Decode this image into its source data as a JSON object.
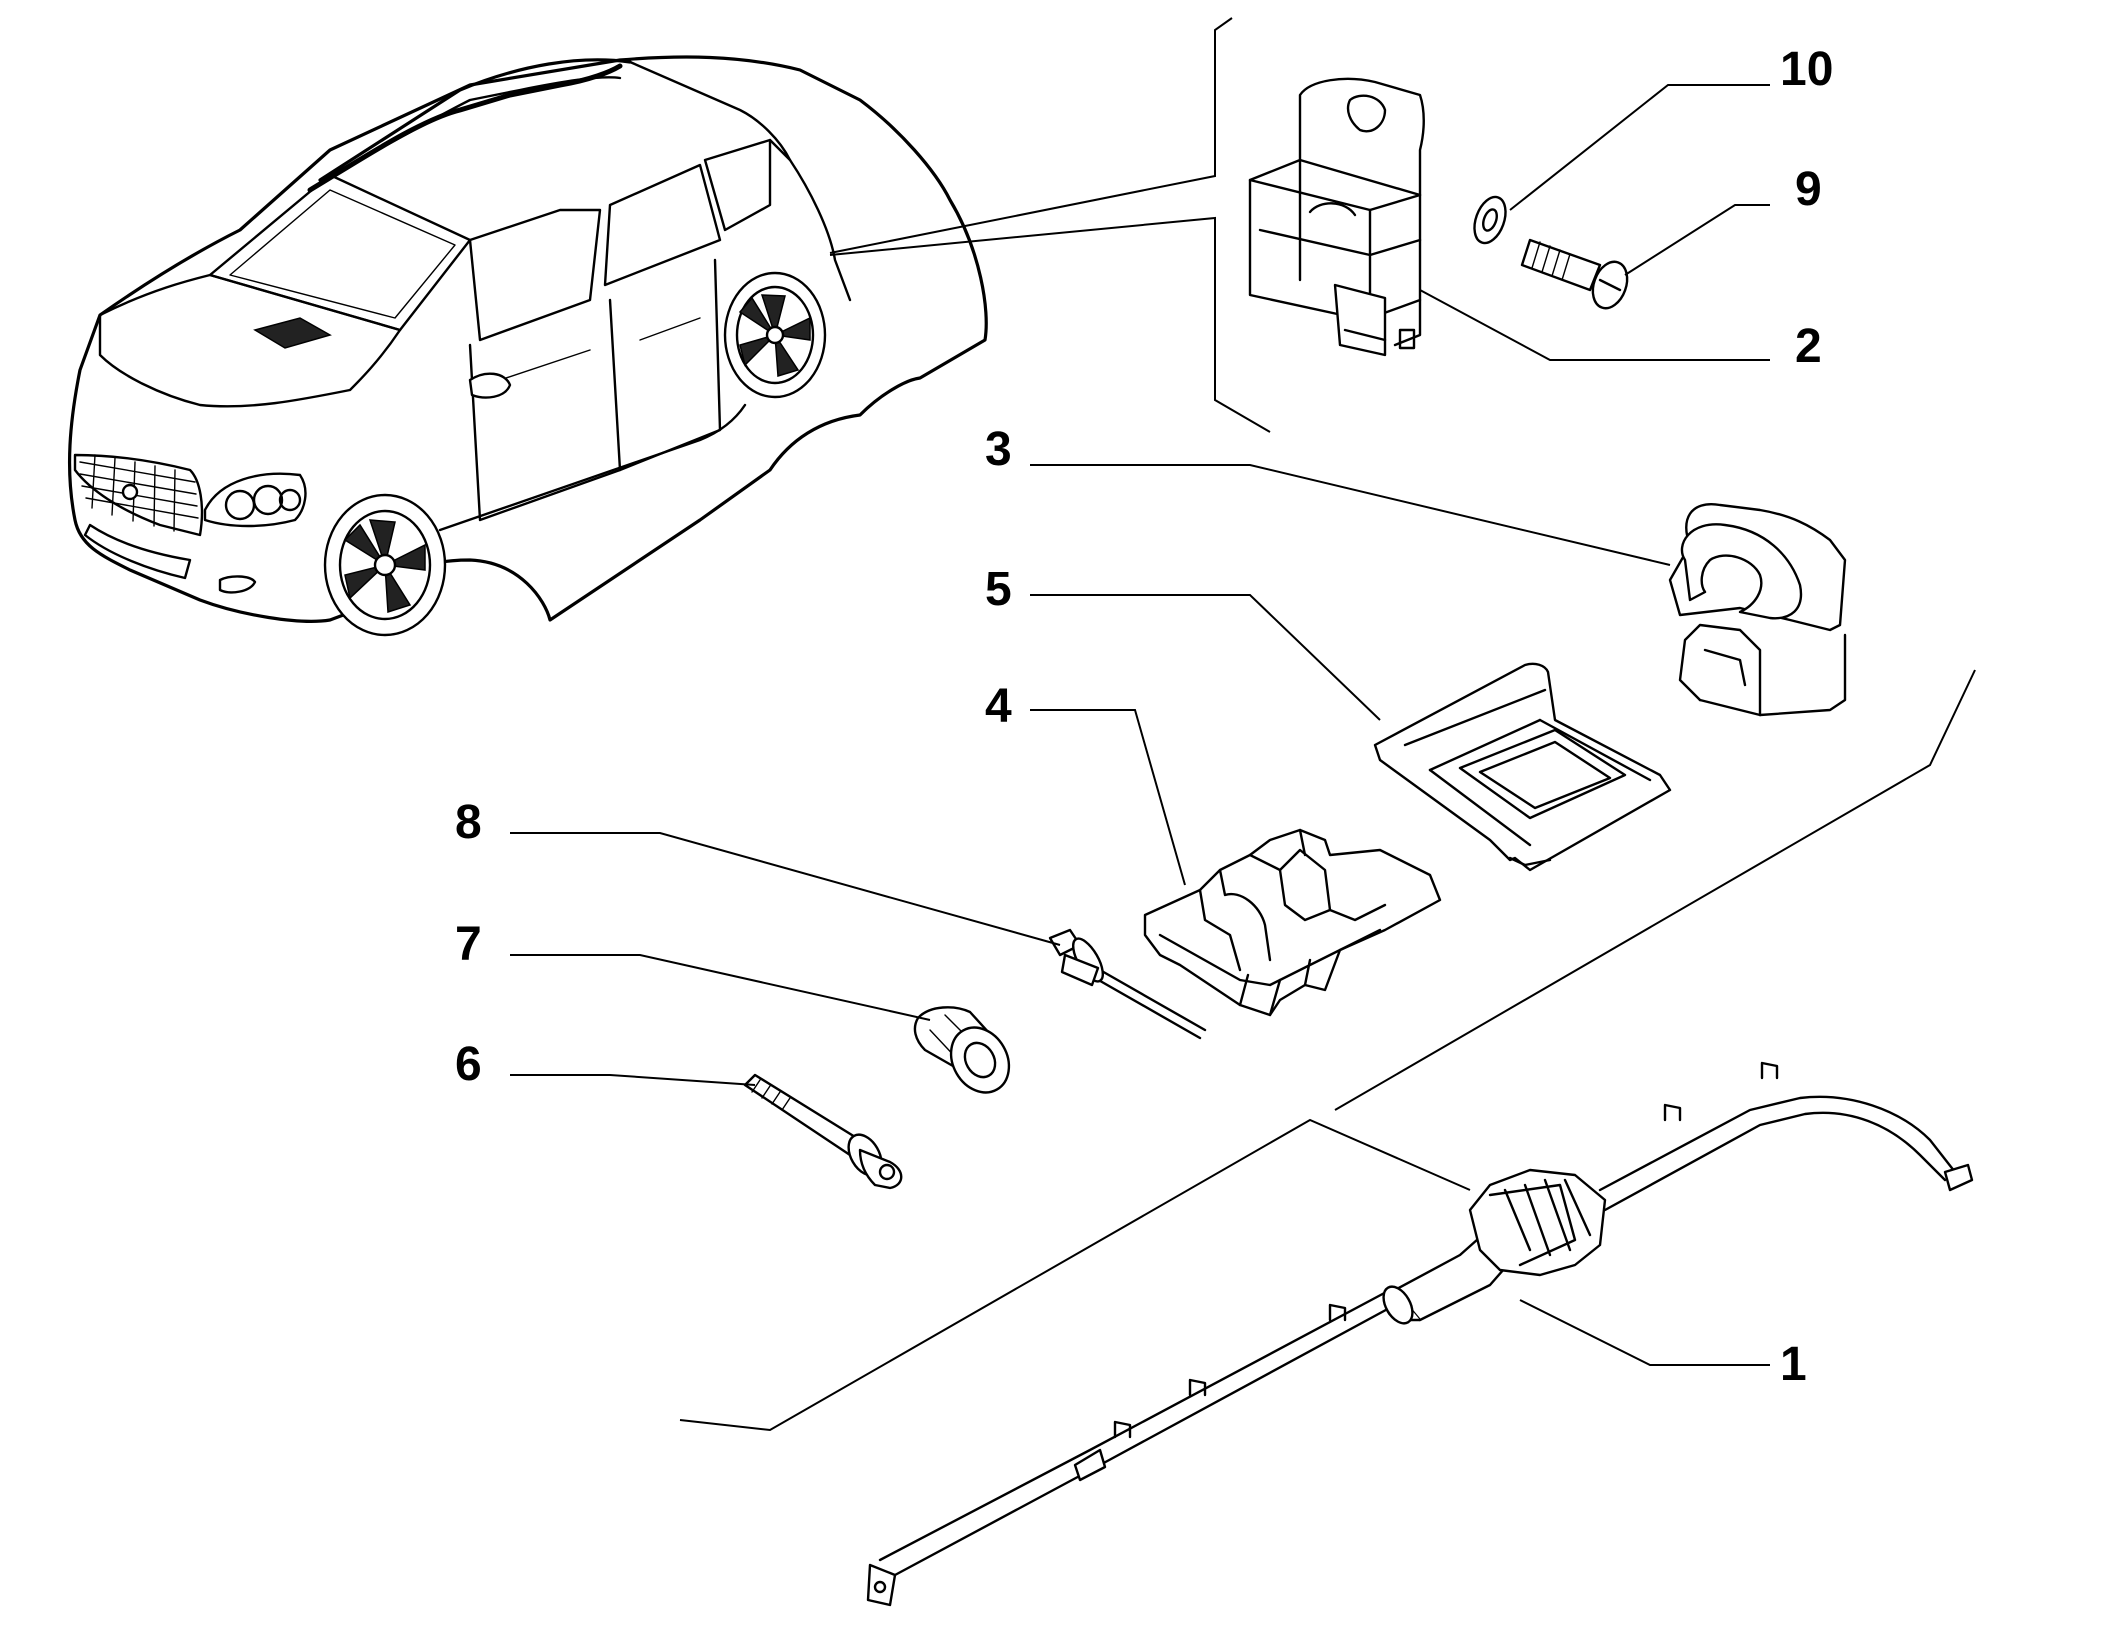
{
  "callouts": {
    "c1": "1",
    "c2": "2",
    "c3": "3",
    "c4": "4",
    "c5": "5",
    "c6": "6",
    "c7": "7",
    "c8": "8",
    "c9": "9",
    "c10": "10"
  },
  "parts": [
    {
      "ref": "1",
      "icon": "curtain-airbag-harness-icon"
    },
    {
      "ref": "2",
      "icon": "crash-sensor-icon"
    },
    {
      "ref": "3",
      "icon": "harness-clip-icon"
    },
    {
      "ref": "4",
      "icon": "mounting-bracket-icon"
    },
    {
      "ref": "5",
      "icon": "cover-plate-icon"
    },
    {
      "ref": "6",
      "icon": "flange-bolt-icon"
    },
    {
      "ref": "7",
      "icon": "rivet-nut-icon"
    },
    {
      "ref": "8",
      "icon": "blind-rivet-icon"
    },
    {
      "ref": "9",
      "icon": "screw-icon"
    },
    {
      "ref": "10",
      "icon": "washer-icon"
    }
  ],
  "colors": {
    "line": "#000000",
    "background": "#ffffff"
  }
}
